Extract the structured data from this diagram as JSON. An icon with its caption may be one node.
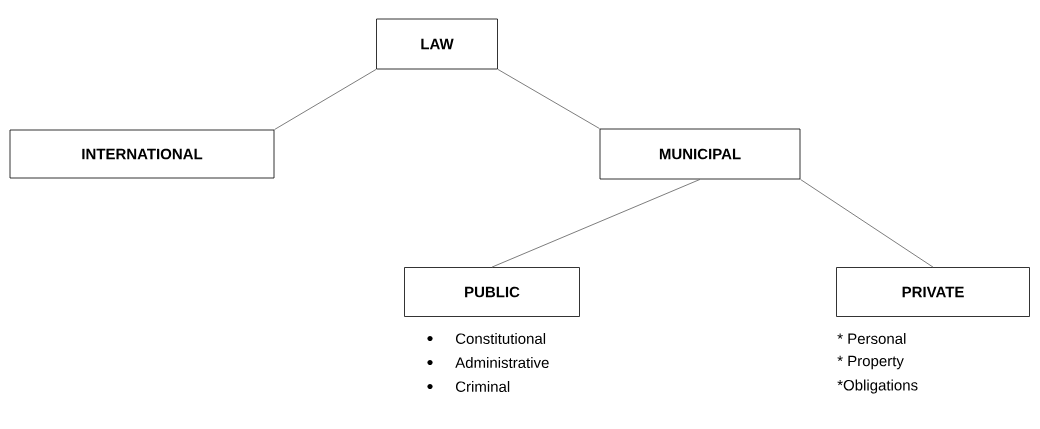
{
  "diagram": {
    "nodes": [
      {
        "text": [
          "LAW"
        ]
      },
      {
        "text": [
          "INTERNATIONAL"
        ]
      },
      {
        "text": [
          "MUNICIPAL"
        ]
      },
      {
        "text": [
          "PUBLIC"
        ],
        "beside": [
          "Constitutional",
          "Administrative",
          "Criminal"
        ]
      },
      {
        "text": [
          "PRIVATE"
        ],
        "beside": [
          "* Personal",
          "* Property",
          "*Obligations"
        ]
      }
    ],
    "edges": [
      {
        "from": 0,
        "to": 1,
        "arrow": "none"
      },
      {
        "from": 0,
        "to": 2,
        "arrow": "none"
      },
      {
        "from": 2,
        "to": 3,
        "arrow": "none"
      },
      {
        "from": 2,
        "to": 4,
        "arrow": "none"
      }
    ]
  }
}
